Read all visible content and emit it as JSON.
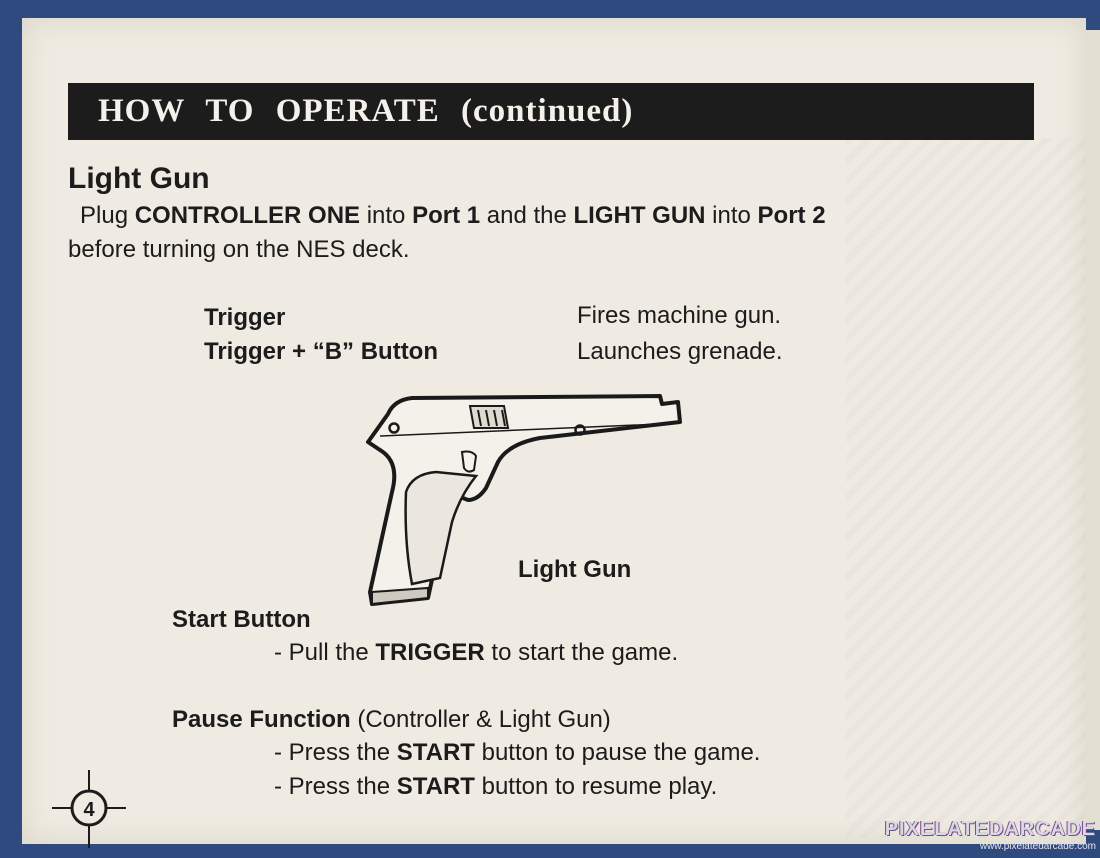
{
  "header": {
    "title": "HOW TO OPERATE (continued)"
  },
  "section": {
    "title": "Light Gun",
    "intro": {
      "p1": "Plug ",
      "b1": "CONTROLLER ONE",
      "p2": " into ",
      "b2": "Port 1",
      "p3": " and the ",
      "b3": "LIGHT GUN",
      "p4": " into ",
      "b4": "Port 2",
      "line2": "before turning on the NES deck."
    }
  },
  "controls": [
    {
      "key": "Trigger",
      "desc": "Fires machine gun."
    },
    {
      "key": "Trigger + “B” Button",
      "desc": "Launches grenade."
    }
  ],
  "illustration": {
    "label": "Light Gun",
    "icon": "light-gun-icon"
  },
  "start": {
    "title": "Start Button",
    "line": {
      "p1": "- Pull the ",
      "b1": "TRIGGER",
      "p2": " to start the game."
    }
  },
  "pause": {
    "title": "Pause Function",
    "subtitle": " (Controller & Light Gun)",
    "line1": {
      "p1": "- Press the ",
      "b1": "START",
      "p2": " button to pause the game."
    },
    "line2": {
      "p1": "- Press the ",
      "b1": "START",
      "p2": " button to resume play."
    }
  },
  "page_number": "4",
  "watermark": {
    "name": "PIXELATEDARCADE",
    "url": "www.pixelatedarcade.com"
  }
}
